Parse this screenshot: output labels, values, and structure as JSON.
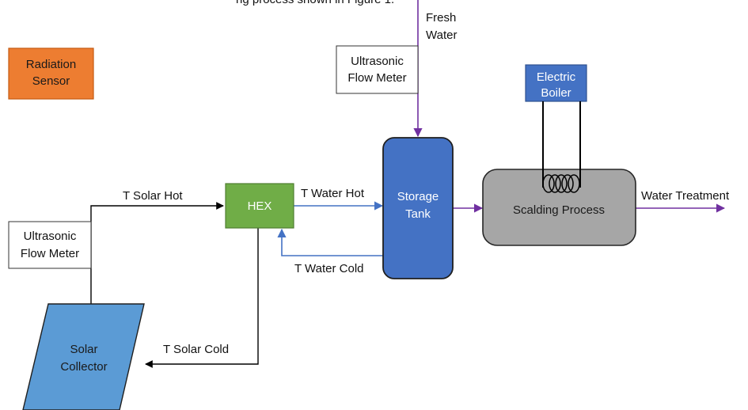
{
  "header_text": "ng process shown in Figure 1.",
  "colors": {
    "orange": "#ED7D31",
    "green": "#70AD47",
    "blue": "#4472C4",
    "tank_blue": "#4472C4",
    "collector_blue": "#5B9BD5",
    "gray": "#A6A6A6",
    "purple": "#7030A0",
    "line_blue": "#4472C4",
    "black": "#000000"
  },
  "components": {
    "radiation_sensor": {
      "line1": "Radiation",
      "line2": "Sensor",
      "color": "orange"
    },
    "flow_meter_top": {
      "line1": "Ultrasonic",
      "line2": "Flow Meter"
    },
    "flow_meter_left": {
      "line1": "Ultrasonic",
      "line2": "Flow Meter"
    },
    "hex": {
      "label": "HEX",
      "color": "green"
    },
    "storage_tank": {
      "line1": "Storage",
      "line2": "Tank",
      "color": "tank_blue"
    },
    "electric_boiler": {
      "line1": "Electric",
      "line2": "Boiler",
      "color": "blue"
    },
    "scalding_process": {
      "label": "Scalding Process",
      "color": "gray"
    },
    "solar_collector": {
      "line1": "Solar",
      "line2": "Collector",
      "color": "collector_blue"
    }
  },
  "flows": {
    "fresh_water": {
      "line1": "Fresh",
      "line2": "Water"
    },
    "t_solar_hot": "T Solar Hot",
    "t_solar_cold": "T Solar Cold",
    "t_water_hot": "T Water Hot",
    "t_water_cold": "T Water Cold",
    "water_treatment": "Water Treatment"
  }
}
